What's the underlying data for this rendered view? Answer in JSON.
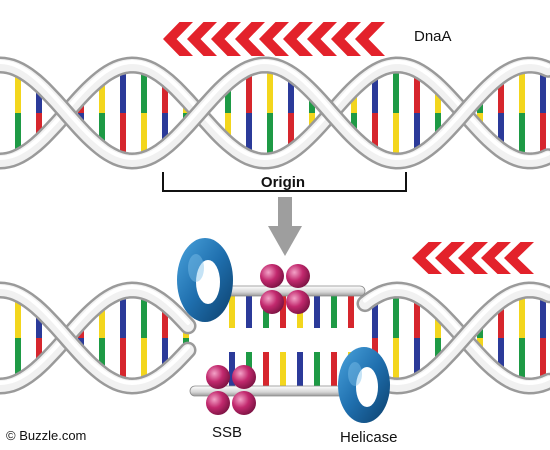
{
  "labels": {
    "dnaa": "DnaA",
    "origin": "Origin",
    "ssb": "SSB",
    "helicase": "Helicase",
    "credit": "© Buzzle.com"
  },
  "colors": {
    "strand_light": "#f4f4f4",
    "strand_dark": "#a8a8a8",
    "base_red": "#d6262d",
    "base_yellow": "#f3d61d",
    "base_green": "#1e9a45",
    "base_blue": "#2b3a99",
    "arrow_red": "#e3222b",
    "ssb_magenta": "#c2296e",
    "helicase_blue": "#1f6fae",
    "process_arrow": "#9e9e9e"
  }
}
